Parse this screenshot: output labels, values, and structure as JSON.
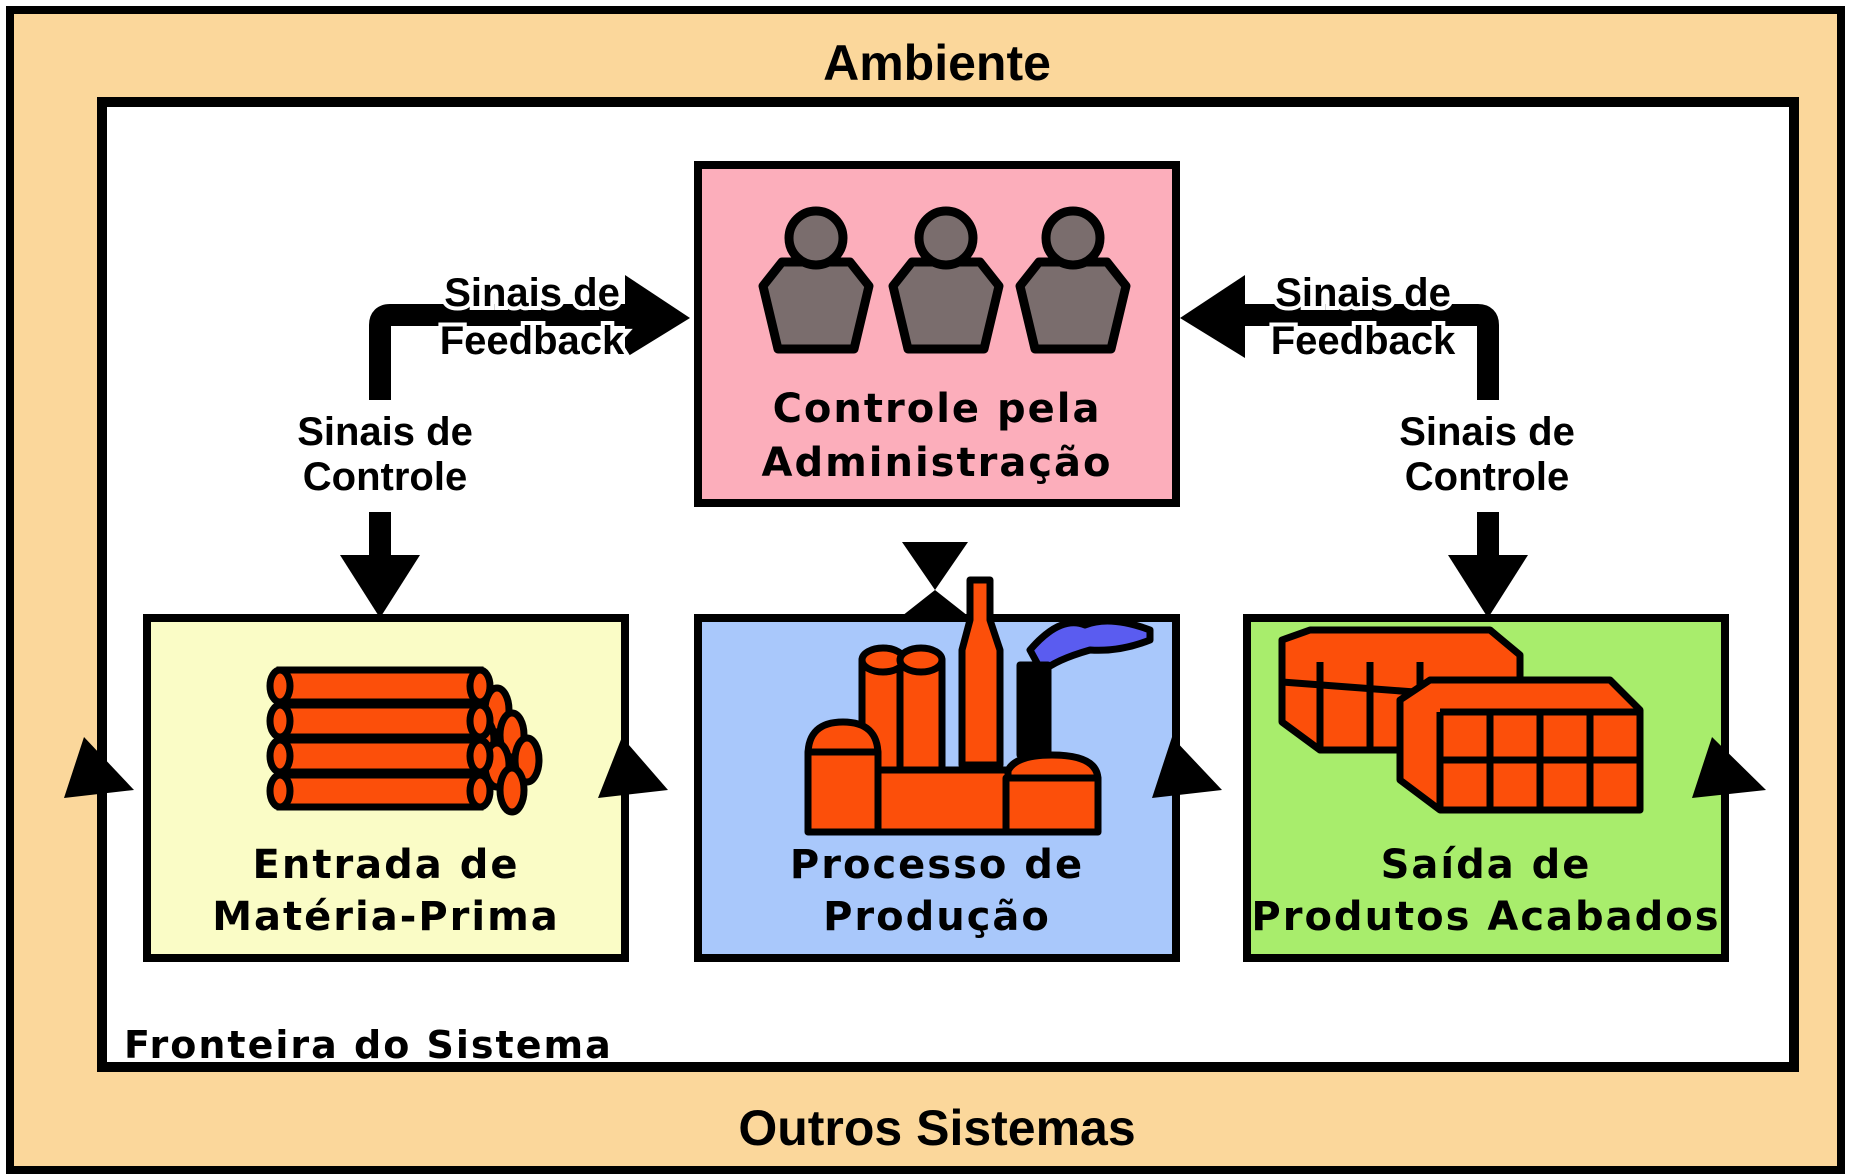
{
  "environment": {
    "title": "Ambiente",
    "bottom_label": "Outros Sistemas",
    "color": "#fbd79b"
  },
  "system_boundary": {
    "label": "Fronteira do Sistema"
  },
  "control": {
    "line1": "Controle pela",
    "line2": "Administração",
    "color": "#fcaebb",
    "icon": "people-icon"
  },
  "input": {
    "line1": "Entrada de",
    "line2": "Matéria-Prima",
    "color": "#fafcc6",
    "icon": "pipes-icon"
  },
  "process": {
    "line1": "Processo de",
    "line2": "Produção",
    "color": "#a9c8fb",
    "icon": "factory-icon"
  },
  "output": {
    "line1": "Saída de",
    "line2": "Produtos Acabados",
    "color": "#a8ed6c",
    "icon": "boxes-icon"
  },
  "left_loop": {
    "feedback_line1": "Sinais de",
    "feedback_line2": "Feedback",
    "control_line1": "Sinais de",
    "control_line2": "Controle"
  },
  "right_loop": {
    "feedback_line1": "Sinais de",
    "feedback_line2": "Feedback",
    "control_line1": "Sinais de",
    "control_line2": "Controle"
  },
  "accent_orange": "#fc4f0a",
  "icon_gray": "#7a6d6d"
}
